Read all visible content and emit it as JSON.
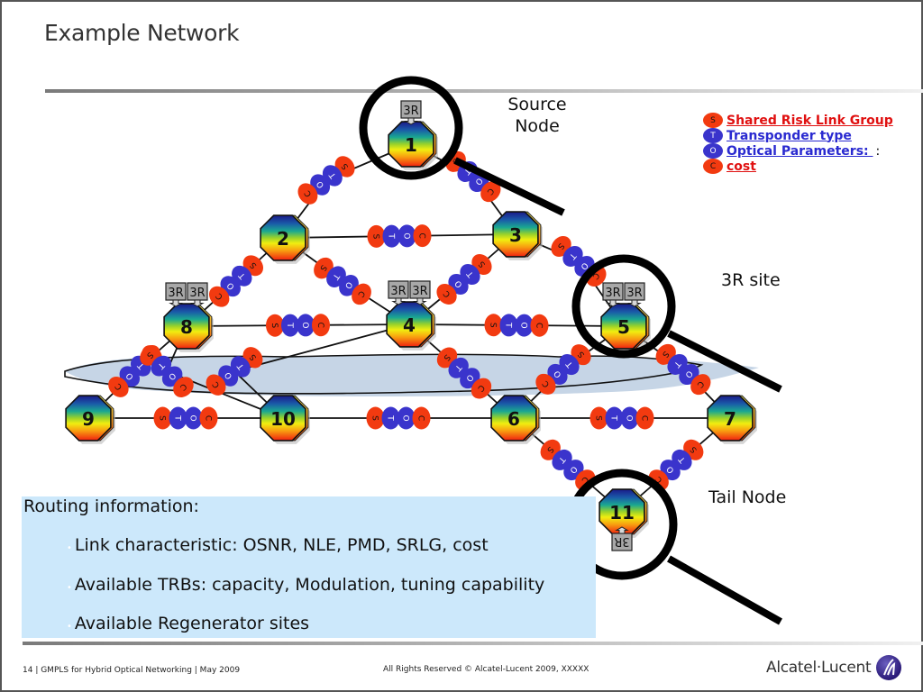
{
  "page": {
    "title": "Example Network"
  },
  "colors": {
    "srlg_bead": "#f23a10",
    "transponder_bead": "#3a34cc",
    "link_line": "#111111",
    "srlg_region": "#c6d5e6",
    "info_box": "#cce8fb",
    "legend_red": "#e01010",
    "legend_blue": "#2a2ad0"
  },
  "labels": {
    "source_node": "Source Node",
    "source_node_line1": "Source",
    "source_node_line2": "Node",
    "site_3r": "3R site",
    "tail_node": "Tail Node"
  },
  "legend": {
    "items": [
      {
        "bead": "S",
        "text": "Shared Risk Link Group",
        "color": "red"
      },
      {
        "bead": "T",
        "text": "Transponder type",
        "color": "blue"
      },
      {
        "bead": "O",
        "text": "Optical Parameters: ",
        "suffix": ":",
        "color": "blue"
      },
      {
        "bead": "C",
        "text": "cost",
        "color": "red"
      }
    ]
  },
  "network": {
    "regen_label": "3R",
    "bead_letters": [
      "S",
      "T",
      "O",
      "C"
    ],
    "nodes": [
      {
        "id": "1",
        "regens": 1,
        "regen_pos": "top",
        "highlight": true
      },
      {
        "id": "2",
        "regens": 0
      },
      {
        "id": "3",
        "regens": 0
      },
      {
        "id": "4",
        "regens": 2,
        "regen_pos": "top"
      },
      {
        "id": "5",
        "regens": 2,
        "regen_pos": "top",
        "highlight": true
      },
      {
        "id": "6",
        "regens": 0
      },
      {
        "id": "7",
        "regens": 0
      },
      {
        "id": "8",
        "regens": 2,
        "regen_pos": "top"
      },
      {
        "id": "9",
        "regens": 0
      },
      {
        "id": "10",
        "regens": 0
      },
      {
        "id": "11",
        "regens": 1,
        "regen_pos": "bottom",
        "highlight": true
      }
    ],
    "links": [
      {
        "from": "1",
        "to": "2"
      },
      {
        "from": "1",
        "to": "3"
      },
      {
        "from": "2",
        "to": "3"
      },
      {
        "from": "2",
        "to": "8"
      },
      {
        "from": "2",
        "to": "4"
      },
      {
        "from": "3",
        "to": "4"
      },
      {
        "from": "3",
        "to": "5"
      },
      {
        "from": "8",
        "to": "4"
      },
      {
        "from": "4",
        "to": "5"
      },
      {
        "from": "8",
        "to": "9"
      },
      {
        "from": "8",
        "to": "10"
      },
      {
        "from": "4",
        "to": "10"
      },
      {
        "from": "4",
        "to": "6"
      },
      {
        "from": "5",
        "to": "6"
      },
      {
        "from": "5",
        "to": "7"
      },
      {
        "from": "9",
        "to": "10"
      },
      {
        "from": "10",
        "to": "6"
      },
      {
        "from": "6",
        "to": "7"
      },
      {
        "from": "6",
        "to": "11"
      },
      {
        "from": "7",
        "to": "11"
      }
    ]
  },
  "routing_info": {
    "heading": "Routing information:",
    "items": [
      "Link characteristic: OSNR, NLE, PMD, SRLG, cost",
      "Available TRBs: capacity, Modulation, tuning capability",
      "Available Regenerator sites"
    ]
  },
  "footer": {
    "left": "14 | GMPLS for Hybrid Optical Networking | May 2009",
    "center": "All Rights Reserved © Alcatel-Lucent 2009, XXXXX",
    "logo_text": "Alcatel·Lucent"
  }
}
